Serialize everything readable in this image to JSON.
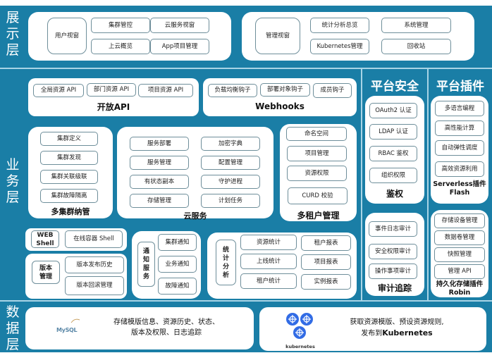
{
  "layers": {
    "presentation": "展示层",
    "business": "业务层",
    "data": "数据层"
  },
  "presentation": {
    "user_panel": {
      "main": "用户视窗",
      "items": [
        "集群管控",
        "云服务视窗",
        "上云概览",
        "App项目管理"
      ]
    },
    "admin_panel": {
      "main": "管理视窗",
      "items": [
        "统计分析总览",
        "系统管理",
        "Kubernetes管理",
        "回收站"
      ]
    }
  },
  "business": {
    "open_api": {
      "title": "开放API",
      "items": [
        "全局资源 API",
        "部门资源 API",
        "项目资源 API"
      ]
    },
    "webhooks": {
      "title": "Webhooks",
      "items": [
        "负载均衡钩子",
        "部署对象钩子",
        "成员钩子"
      ]
    },
    "multi_cluster": {
      "title": "多集群纳管",
      "items": [
        "集群定义",
        "集群发现",
        "集群关联级联",
        "集群故障隔离"
      ]
    },
    "cloud_service": {
      "title": "云服务",
      "left": [
        "服务部署",
        "服务管理",
        "有状态副本",
        "存储管理"
      ],
      "right": [
        "加密字典",
        "配置管理",
        "守护进程",
        "计划任务"
      ]
    },
    "multi_tenant": {
      "title": "多租户管理",
      "items": [
        "命名空间",
        "项目管理",
        "资源权限",
        "CURD 校验"
      ]
    },
    "web_shell": {
      "label_line1": "WEB",
      "label_line2": "Shell",
      "item": "在线容器 Shell"
    },
    "version": {
      "label_line1": "版本",
      "label_line2": "管理",
      "items": [
        "版本发布历史",
        "版本回滚管理"
      ]
    },
    "notify": {
      "label": [
        "通",
        "知",
        "服",
        "务"
      ],
      "items": [
        "集群通知",
        "业务通知",
        "故障通知"
      ]
    },
    "stats": {
      "label": [
        "统",
        "计",
        "分",
        "析"
      ],
      "left": [
        "资源统计",
        "上线统计",
        "租户统计"
      ],
      "right": [
        "租户报表",
        "项目报表",
        "实例报表"
      ]
    }
  },
  "platform_security": {
    "header": "平台安全",
    "auth": {
      "title": "鉴权",
      "items": [
        "OAuth2 认证",
        "LDAP 认证",
        "RBAC 鉴权",
        "组织权限"
      ]
    },
    "audit": {
      "title": "审计追踪",
      "items": [
        "事件日志审计",
        "安全权限审计",
        "操作事项审计"
      ]
    }
  },
  "platform_plugins": {
    "header": "平台插件",
    "serverless": {
      "title1": "Serverless插件",
      "title2": "Flash",
      "items": [
        "多语言编程",
        "高性能计算",
        "自动弹性调度",
        "高效资源利用"
      ]
    },
    "storage": {
      "title1": "持久化存储插件",
      "title2": "Robin",
      "items": [
        "存储设备管理",
        "数据卷管理",
        "快照管理",
        "管理 API"
      ]
    }
  },
  "data_layer": {
    "mysql": {
      "logo": "MySQL",
      "line1": "存储模版信息、资源历史、状态、",
      "line2": "版本及权限、日志追踪"
    },
    "kubernetes": {
      "logo": "kubernetes",
      "line1": "获取资源模版、预设资源规则,",
      "line2_prefix": "发布到",
      "line2_bold": "Kubernetes"
    }
  },
  "colors": {
    "background": "#1a7ea6",
    "separator": "#a8d4e6",
    "box_border": "#6e8e9a",
    "k8s_blue": "#326ce5"
  }
}
